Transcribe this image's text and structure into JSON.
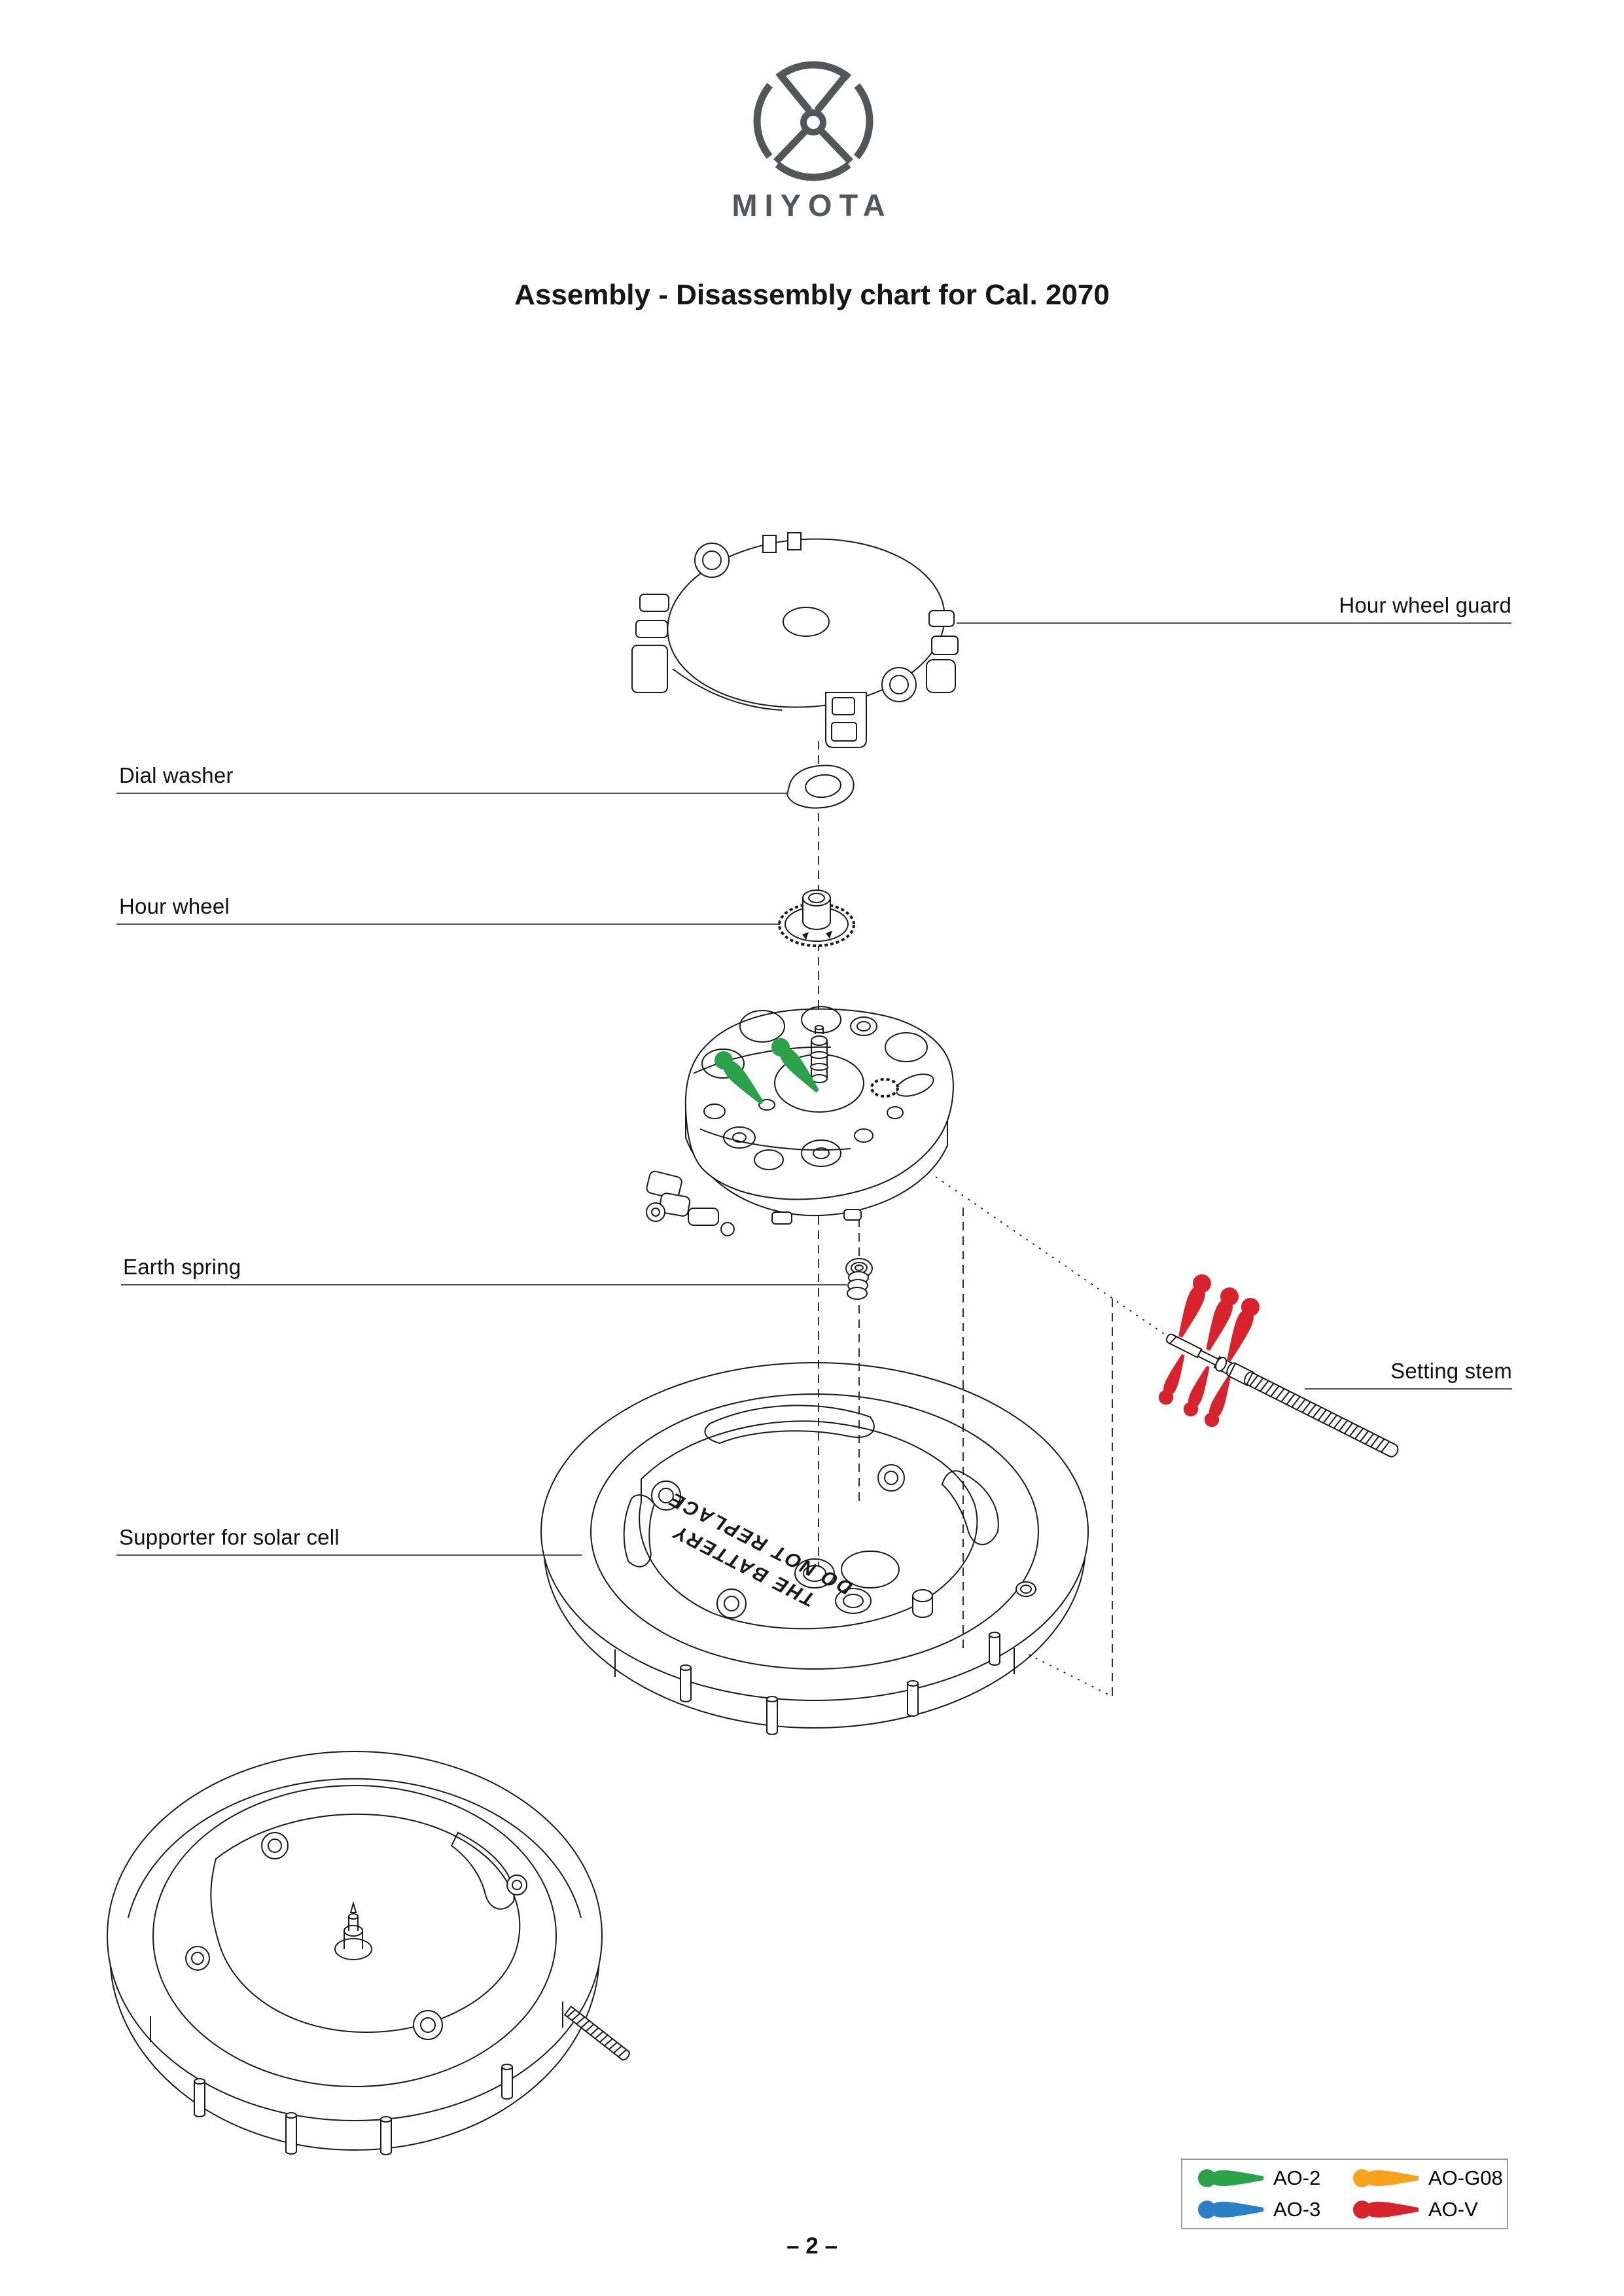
{
  "brand": {
    "name": "MIYOTA"
  },
  "title": "Assembly - Disassembly chart for Cal. 2070",
  "page_number": "– 2 –",
  "parts": {
    "hour_wheel_guard": "Hour wheel guard",
    "dial_washer": "Dial washer",
    "hour_wheel": "Hour wheel",
    "earth_spring": "Earth spring",
    "setting_stem": "Setting stem",
    "supporter_for_solar_cell": "Supporter for solar cell"
  },
  "embossed": {
    "line1": "DO NOT REPLACE",
    "line2": "THE BATTERY"
  },
  "legend": {
    "items": [
      {
        "code": "AO-2",
        "color": "#2ba24a"
      },
      {
        "code": "AO-G08",
        "color": "#f6a21c"
      },
      {
        "code": "AO-3",
        "color": "#2b80c5"
      },
      {
        "code": "AO-V",
        "color": "#d7232b"
      }
    ]
  },
  "colors": {
    "ink": "#1a1a1a",
    "logo_gray": "#54565a"
  }
}
